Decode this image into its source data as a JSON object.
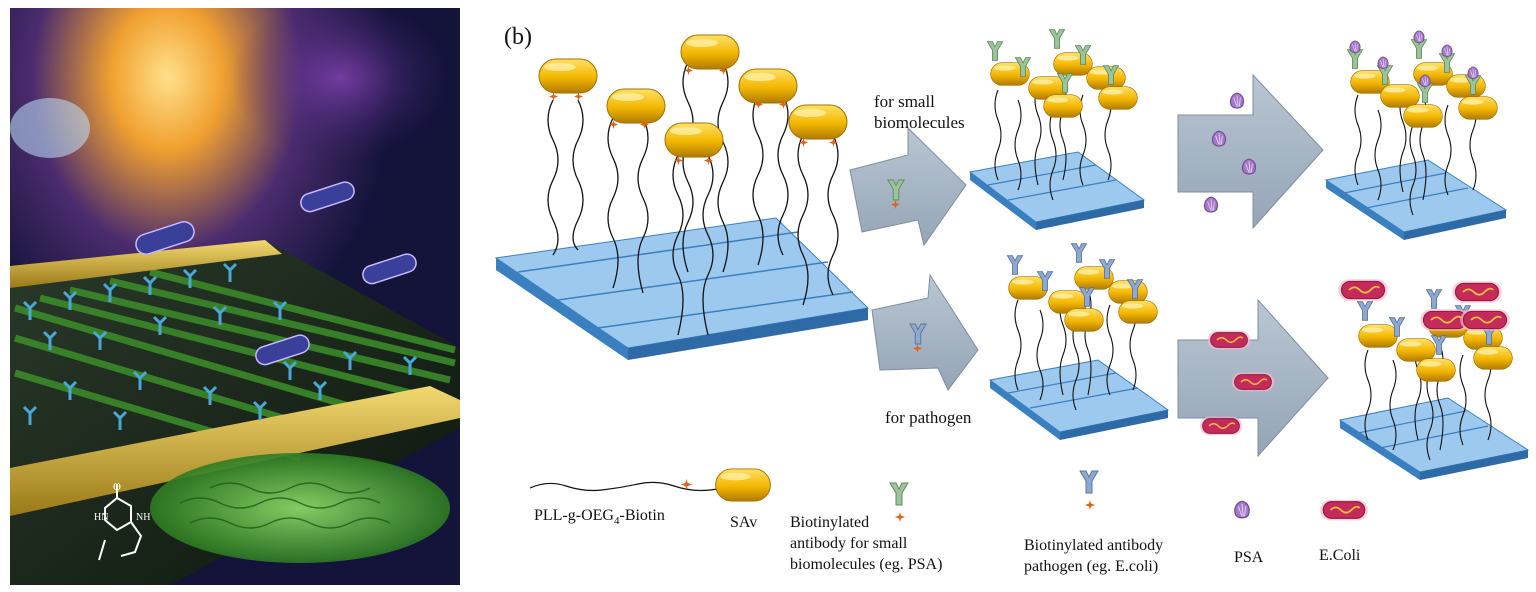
{
  "panel_label": "(b)",
  "arrows": {
    "small": "for small\nbiomolecules",
    "pathogen": "for pathogen"
  },
  "legend": {
    "polymer": {
      "label": "PLL-g-OEG",
      "subscript": "4",
      "suffix": "-Biotin"
    },
    "sav": "SAv",
    "antibody_small": "Biotinylated\nantibody for small\nbiomolecules (eg. PSA)",
    "antibody_pathogen": "Biotinylated antibody\npathogen (eg. E.coli)",
    "psa": "PSA",
    "ecoli": "E.Coli"
  },
  "colors": {
    "sav": "#f2b600",
    "substrate": "#9ec9ee",
    "substrate_edge": "#3a7fc0",
    "arrow": "#a9b7c6",
    "antibody_green": "#9cc49a",
    "antibody_blue": "#8ea9cf",
    "psa": "#a678c8",
    "ecoli": "#c42b5a",
    "biotin": "#e0601a"
  }
}
